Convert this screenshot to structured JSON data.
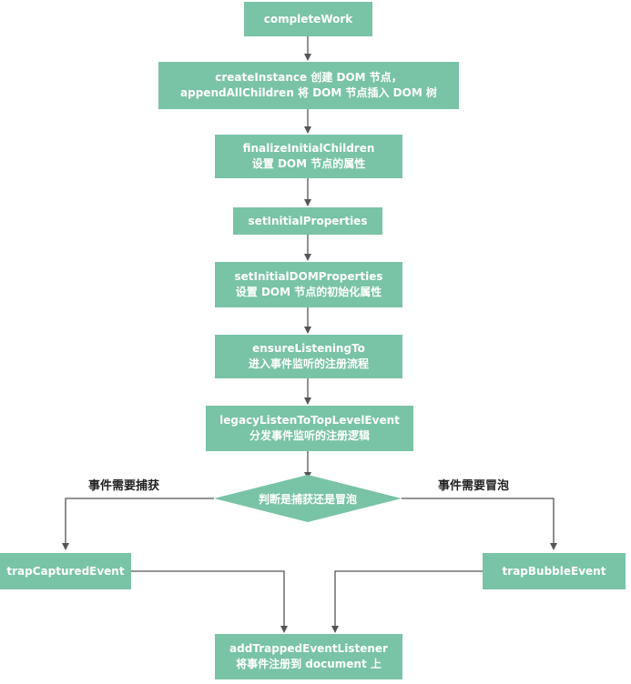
{
  "colors": {
    "node_fill": "#79c3a6",
    "node_text": "#ffffff",
    "connector": "#555555",
    "label_text": "#222222",
    "background": "#ffffff"
  },
  "nodes": {
    "complete_work": {
      "line1": "completeWork"
    },
    "create_instance": {
      "line1": "createInstance 创建 DOM 节点，",
      "line2": "appendAllChildren 将 DOM 节点插入 DOM 树"
    },
    "finalize_initial_children": {
      "line1": "finalizeInitialChildren",
      "line2": "设置 DOM 节点的属性"
    },
    "set_initial_properties": {
      "line1": "setInitialProperties"
    },
    "set_initial_dom_properties": {
      "line1": "setInitialDOMProperties",
      "line2": "设置 DOM 节点的初始化属性"
    },
    "ensure_listening_to": {
      "line1": "ensureListeningTo",
      "line2": "进入事件监听的注册流程"
    },
    "legacy_listen": {
      "line1": "legacyListenToTopLevelEvent",
      "line2": "分发事件监听的注册逻辑"
    },
    "decision": {
      "text": "判断是捕获还是冒泡"
    },
    "trap_captured_event": {
      "line1": "trapCapturedEvent"
    },
    "trap_bubble_event": {
      "line1": "trapBubbleEvent"
    },
    "add_trapped_event_listener": {
      "line1": "addTrappedEventListener",
      "line2": "将事件注册到 document 上"
    }
  },
  "labels": {
    "capture": "事件需要捕获",
    "bubble": "事件需要冒泡"
  }
}
